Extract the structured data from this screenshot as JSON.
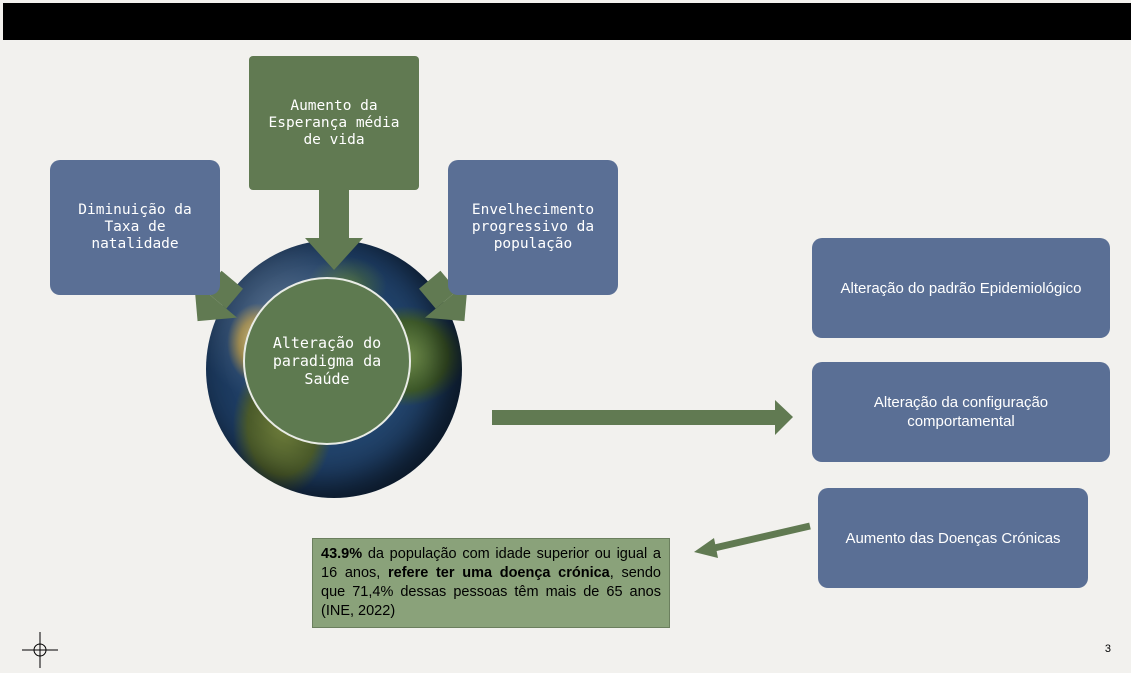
{
  "boxes": {
    "natalidade": "Diminuição da Taxa de natalidade",
    "esperanca": "Aumento da Esperança média de vida",
    "envelhecimento": "Envelhecimento progressivo da população",
    "centro": "Alteração do paradigma da Saúde",
    "epidemiologico": "Alteração do padrão Epidemiológico",
    "comportamental": "Alteração da configuração comportamental",
    "cronicas": "Aumento das Doenças Crónicas"
  },
  "info": {
    "pct": "43.9%",
    "part1": " da população com idade superior ou igual a 16 anos, ",
    "bold": "refere ter uma doença crónica",
    "part2": ", sendo que 71,4% dessas pessoas têm mais de 65 anos (INE, 2022)"
  },
  "page_number": "3",
  "colors": {
    "blue_box": "#5a6f95",
    "green_box": "#617a52",
    "arrow": "#617a52",
    "info_bg": "#8aa27a",
    "top_bar": "#000000"
  }
}
